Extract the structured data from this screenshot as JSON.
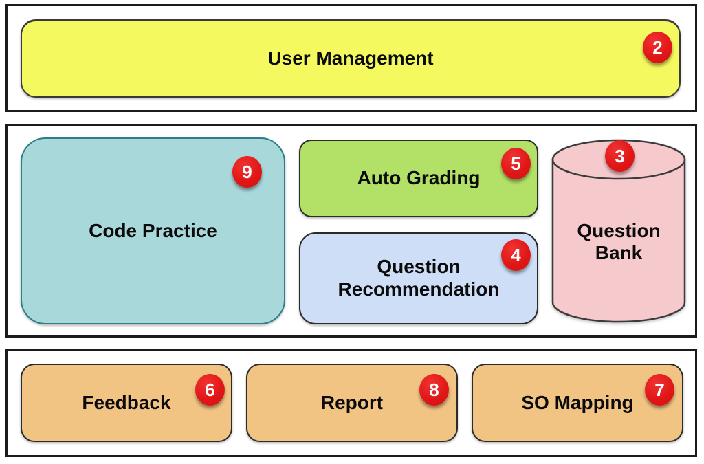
{
  "diagram": {
    "type": "system-architecture-block-diagram",
    "colors": {
      "badge_red": "#e11717",
      "badge_text": "#ffffff",
      "section_border": "#1b1b1b",
      "user_management_fill": "#f4f960",
      "code_practice_fill": "#a9d8da",
      "code_practice_border": "#2e7e8a",
      "auto_grading_fill": "#b3e167",
      "question_recommendation_fill": "#cddef6",
      "question_bank_fill": "#f6c9cc",
      "bottom_row_fill": "#f1c484",
      "label_text": "#0b0b0b"
    },
    "top_section": {
      "user_management": {
        "label": "User Management",
        "badge": "2",
        "shape": "rounded-rect"
      }
    },
    "middle_section": {
      "code_practice": {
        "label": "Code Practice",
        "badge": "9",
        "shape": "rounded-rect"
      },
      "auto_grading": {
        "label": "Auto Grading",
        "badge": "5",
        "shape": "rounded-rect"
      },
      "question_recommendation": {
        "label": "Question Recommendation",
        "badge": "4",
        "shape": "rounded-rect"
      },
      "question_bank": {
        "label": "Question Bank",
        "badge": "3",
        "shape": "database-cylinder"
      }
    },
    "bottom_section": {
      "feedback": {
        "label": "Feedback",
        "badge": "6",
        "shape": "rounded-rect"
      },
      "report": {
        "label": "Report",
        "badge": "8",
        "shape": "rounded-rect"
      },
      "so_mapping": {
        "label": "SO Mapping",
        "badge": "7",
        "shape": "rounded-rect"
      }
    }
  }
}
